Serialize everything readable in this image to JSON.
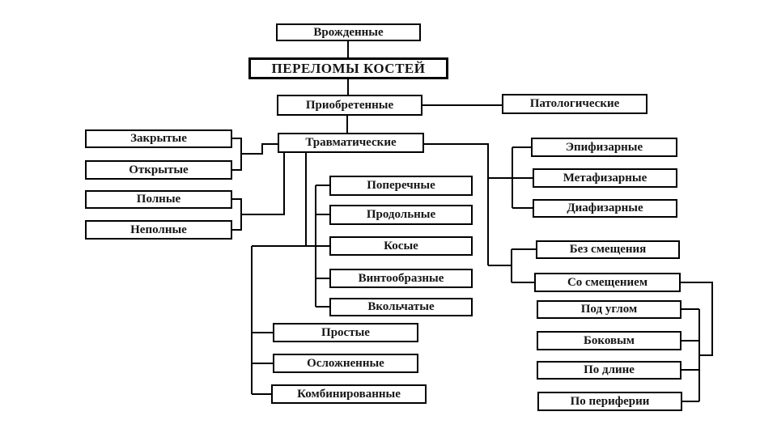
{
  "diagram": {
    "title": "ПЕРЕЛОМЫ КОСТЕЙ",
    "nodes": {
      "congenital": "Врожденные",
      "acquired": "Приобретенные",
      "pathological": "Патологические",
      "traumatic": "Травматические",
      "closed": "Закрытые",
      "open": "Открытые",
      "complete": "Полные",
      "incomplete": "Неполные",
      "transverse": "Поперечные",
      "longitudinal": "Продольные",
      "oblique": "Косые",
      "spiral": "Винтообразные",
      "impacted": "Вкольчатые",
      "simple": "Простые",
      "complicated": "Осложненные",
      "combined": "Комбинированные",
      "epiphyseal": "Эпифизарные",
      "metaphyseal": "Метафизарные",
      "diaphyseal": "Диафизарные",
      "no_displacement": "Без смещения",
      "with_displacement": "Со смещением",
      "angular": "Под углом",
      "lateral": "Боковым",
      "lengthwise": "По длине",
      "peripheral": "По периферии"
    },
    "colors": {
      "line": "#000000",
      "background": "#ffffff",
      "text": "#161616"
    }
  }
}
